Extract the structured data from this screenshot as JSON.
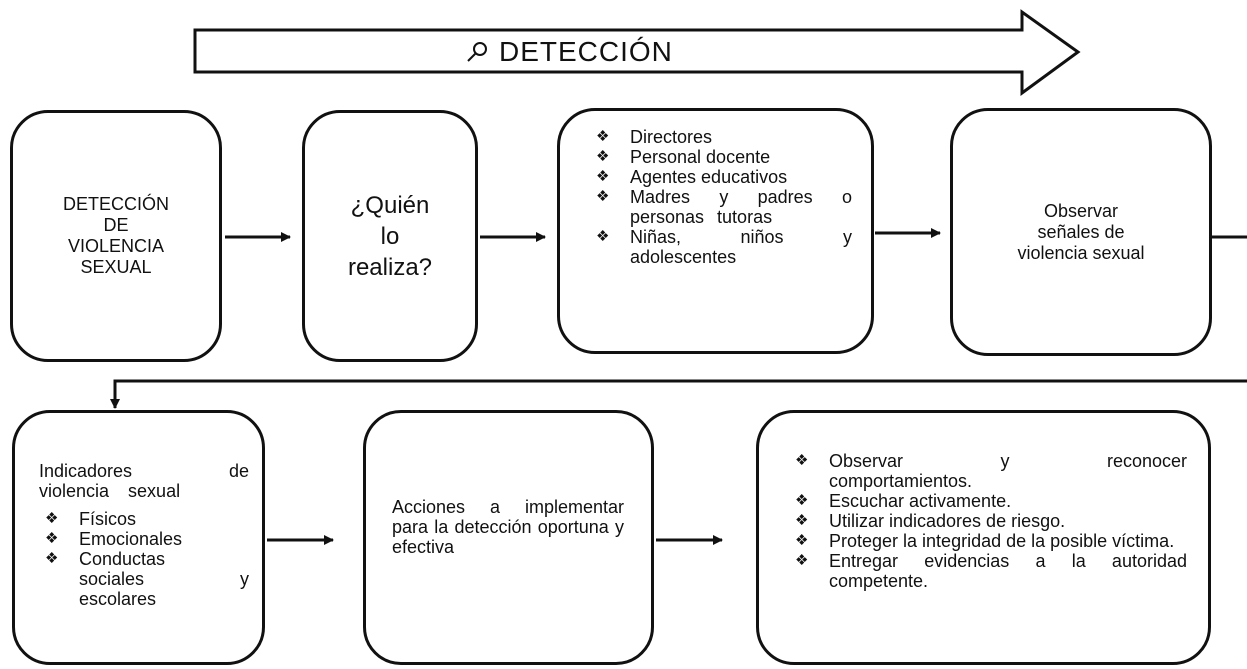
{
  "banner": {
    "title": "DETECCIÓN",
    "icon": "search-icon"
  },
  "row1": {
    "box1": {
      "lines": [
        "DETECCIÓN",
        "DE",
        "VIOLENCIA",
        "SEXUAL"
      ]
    },
    "box2": {
      "lines": [
        "¿Quién",
        "lo",
        "realiza?"
      ]
    },
    "box3": {
      "items": [
        "Directores",
        "Personal docente",
        "Agentes educativos",
        "Madres y padres o personas tutoras",
        "Niñas, niños y adolescentes"
      ]
    },
    "box4": {
      "lines": [
        "Observar",
        "señales de",
        "violencia sexual"
      ]
    }
  },
  "row2": {
    "box5": {
      "heading": "Indicadores de violencia sexual",
      "items": [
        "Físicos",
        "Emocionales",
        "Conductas sociales y escolares"
      ]
    },
    "box6": {
      "text": "Acciones a implementar para la detección oportuna y efectiva"
    },
    "box7": {
      "items": [
        "Observar y reconocer comportamientos.",
        "Escuchar activamente.",
        "Utilizar indicadores de riesgo.",
        "Proteger la integridad de la posible víctima.",
        "Entregar evidencias a la autoridad competente."
      ]
    }
  }
}
